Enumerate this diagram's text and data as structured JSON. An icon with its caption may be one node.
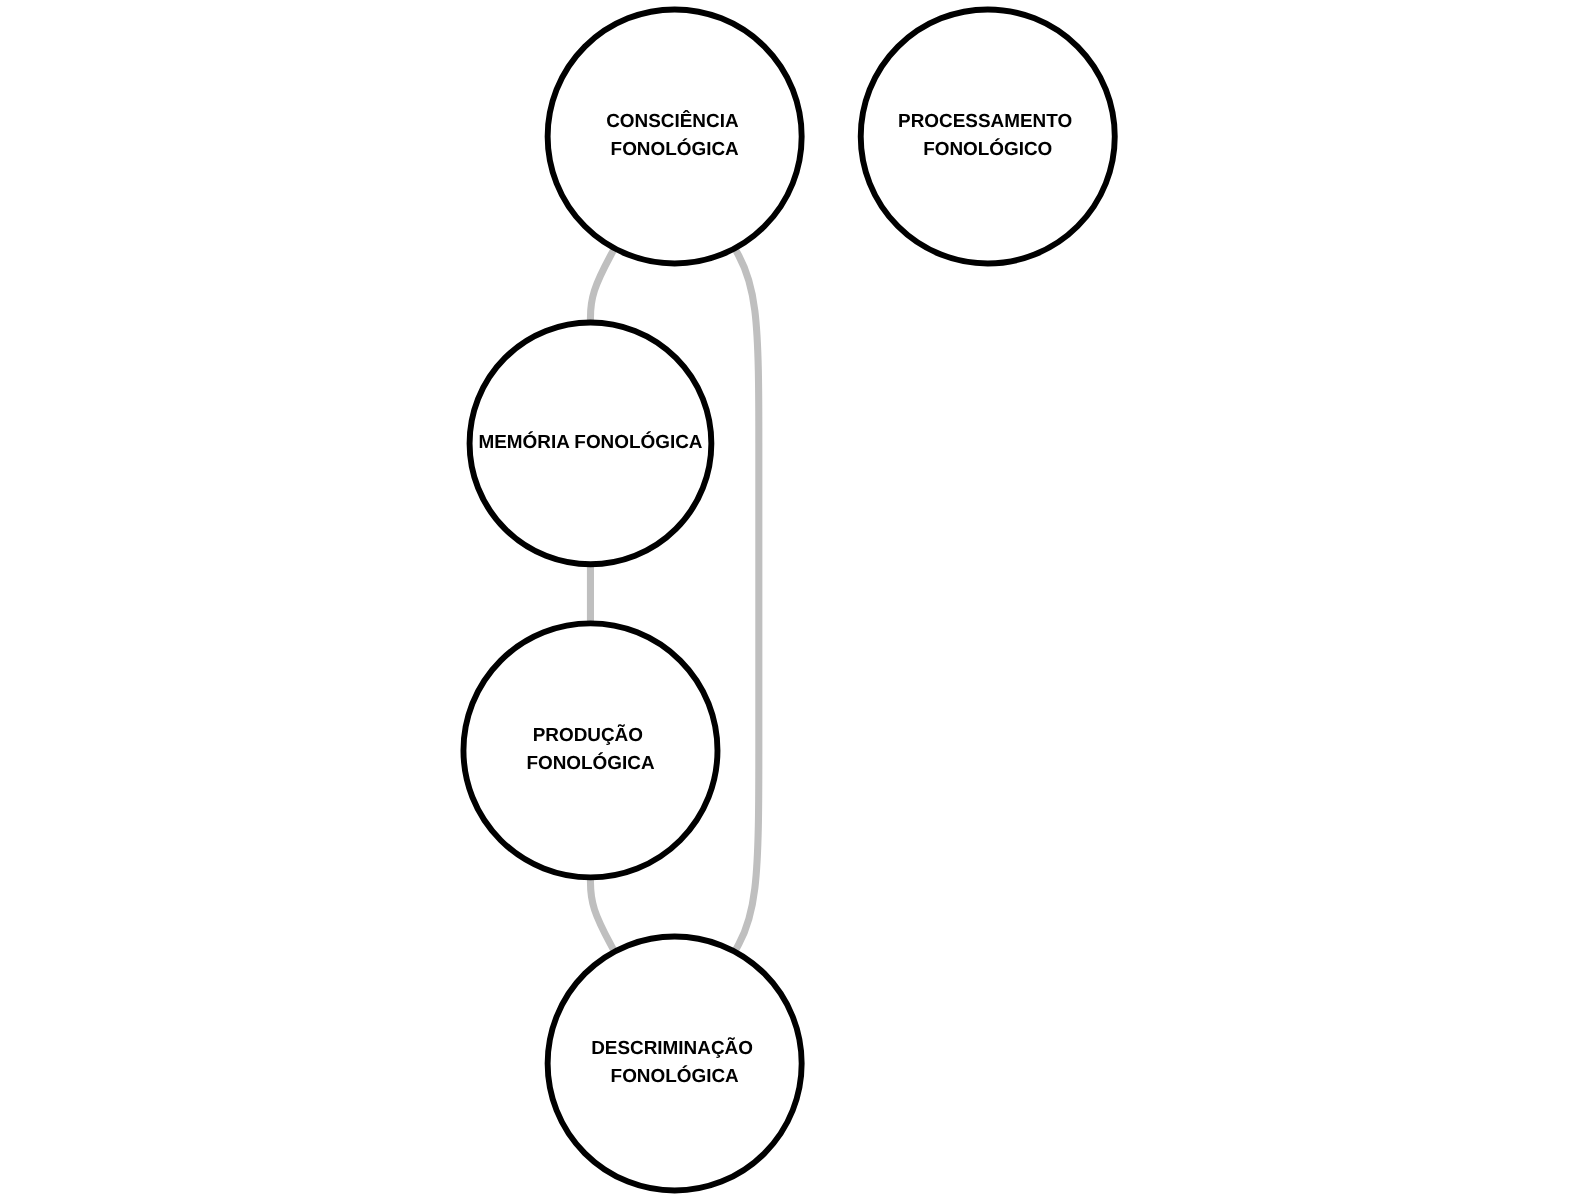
{
  "diagram": {
    "nodes": [
      {
        "text": [
          "CONSCIÊNCIA FONOLÓGICA"
        ]
      },
      {
        "text": [
          "DESCRIMINAÇÃO FONOLÓGICA"
        ]
      },
      {
        "text": [
          "PROCESSAMENTO FONOLÓGICO"
        ]
      },
      {
        "text": [
          "MEMÓRIA FONOLÓGICA"
        ]
      },
      {
        "text": [
          "PRODUÇÃO FONOLÓGICA"
        ]
      }
    ],
    "edges": [
      {
        "from": 0,
        "to": 3,
        "arrow": "none"
      },
      {
        "from": 3,
        "to": 4,
        "arrow": "none"
      },
      {
        "from": 4,
        "to": 1,
        "arrow": "none"
      },
      {
        "from": 1,
        "to": 0,
        "arrow": "none"
      }
    ]
  }
}
